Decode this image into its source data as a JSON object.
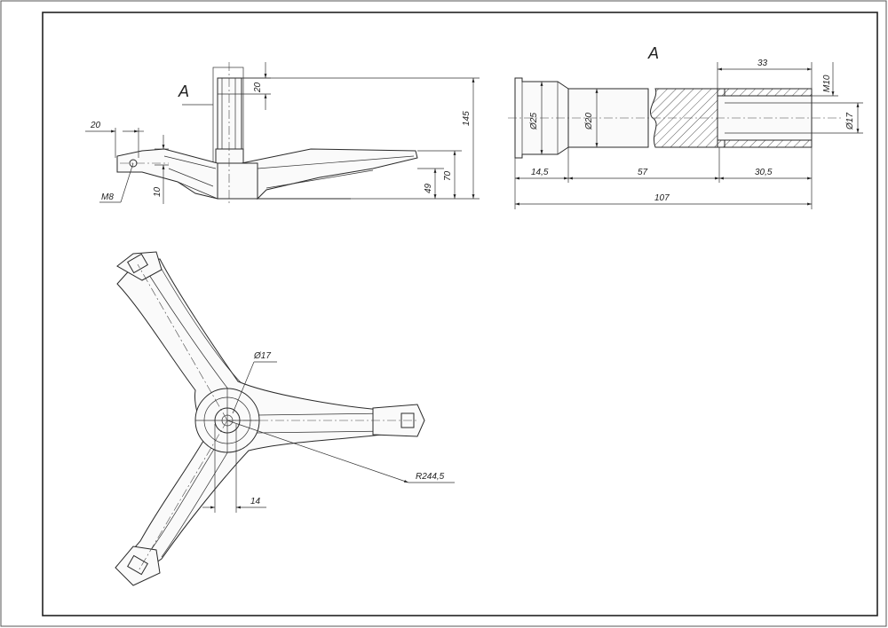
{
  "side_view": {
    "view_label": "A",
    "dimensions": {
      "shaft_height": "20",
      "total_height": "145",
      "arm_height": "70",
      "mid_height": "49",
      "hole_offset": "20",
      "hole_thread": "M8",
      "arm_thickness": "10"
    }
  },
  "detail_view": {
    "view_label": "A",
    "dimensions": {
      "thread_length": "33",
      "thread_size": "M10",
      "bore_diameter": "Ø17",
      "flange_diameter": "Ø25",
      "shaft_diameter": "Ø20",
      "flange_length": "14,5",
      "shaft_length": "57",
      "end_length": "30,5",
      "total_length": "107"
    }
  },
  "top_view": {
    "dimensions": {
      "hub_diameter": "Ø17",
      "arm_radius": "R244,5",
      "hub_offset": "14"
    }
  }
}
